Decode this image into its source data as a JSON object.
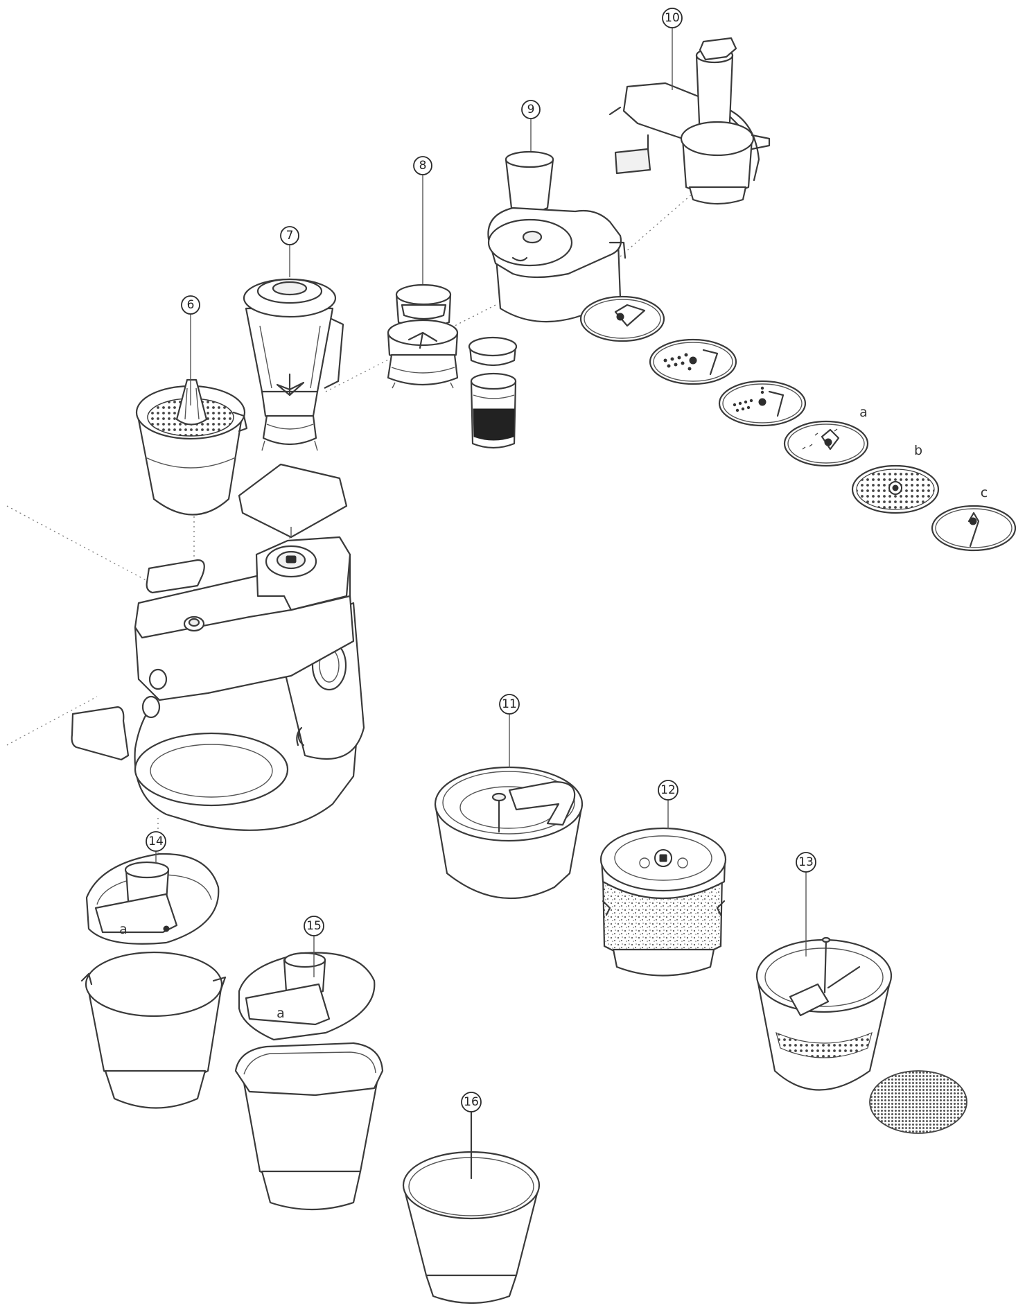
{
  "callouts": {
    "c6": "6",
    "c7": "7",
    "c8": "8",
    "c9": "9",
    "c10": "10",
    "c11": "11",
    "c12": "12",
    "c13": "13",
    "c14": "14",
    "c15": "15",
    "c16": "16"
  },
  "sublabels": {
    "disc_a": "a",
    "disc_b": "b",
    "disc_c": "c",
    "lid14_a": "a",
    "lid15_a": "a"
  },
  "colors": {
    "line": "#3a3a3a",
    "background": "#ffffff",
    "dotted_guide": "#777777"
  }
}
